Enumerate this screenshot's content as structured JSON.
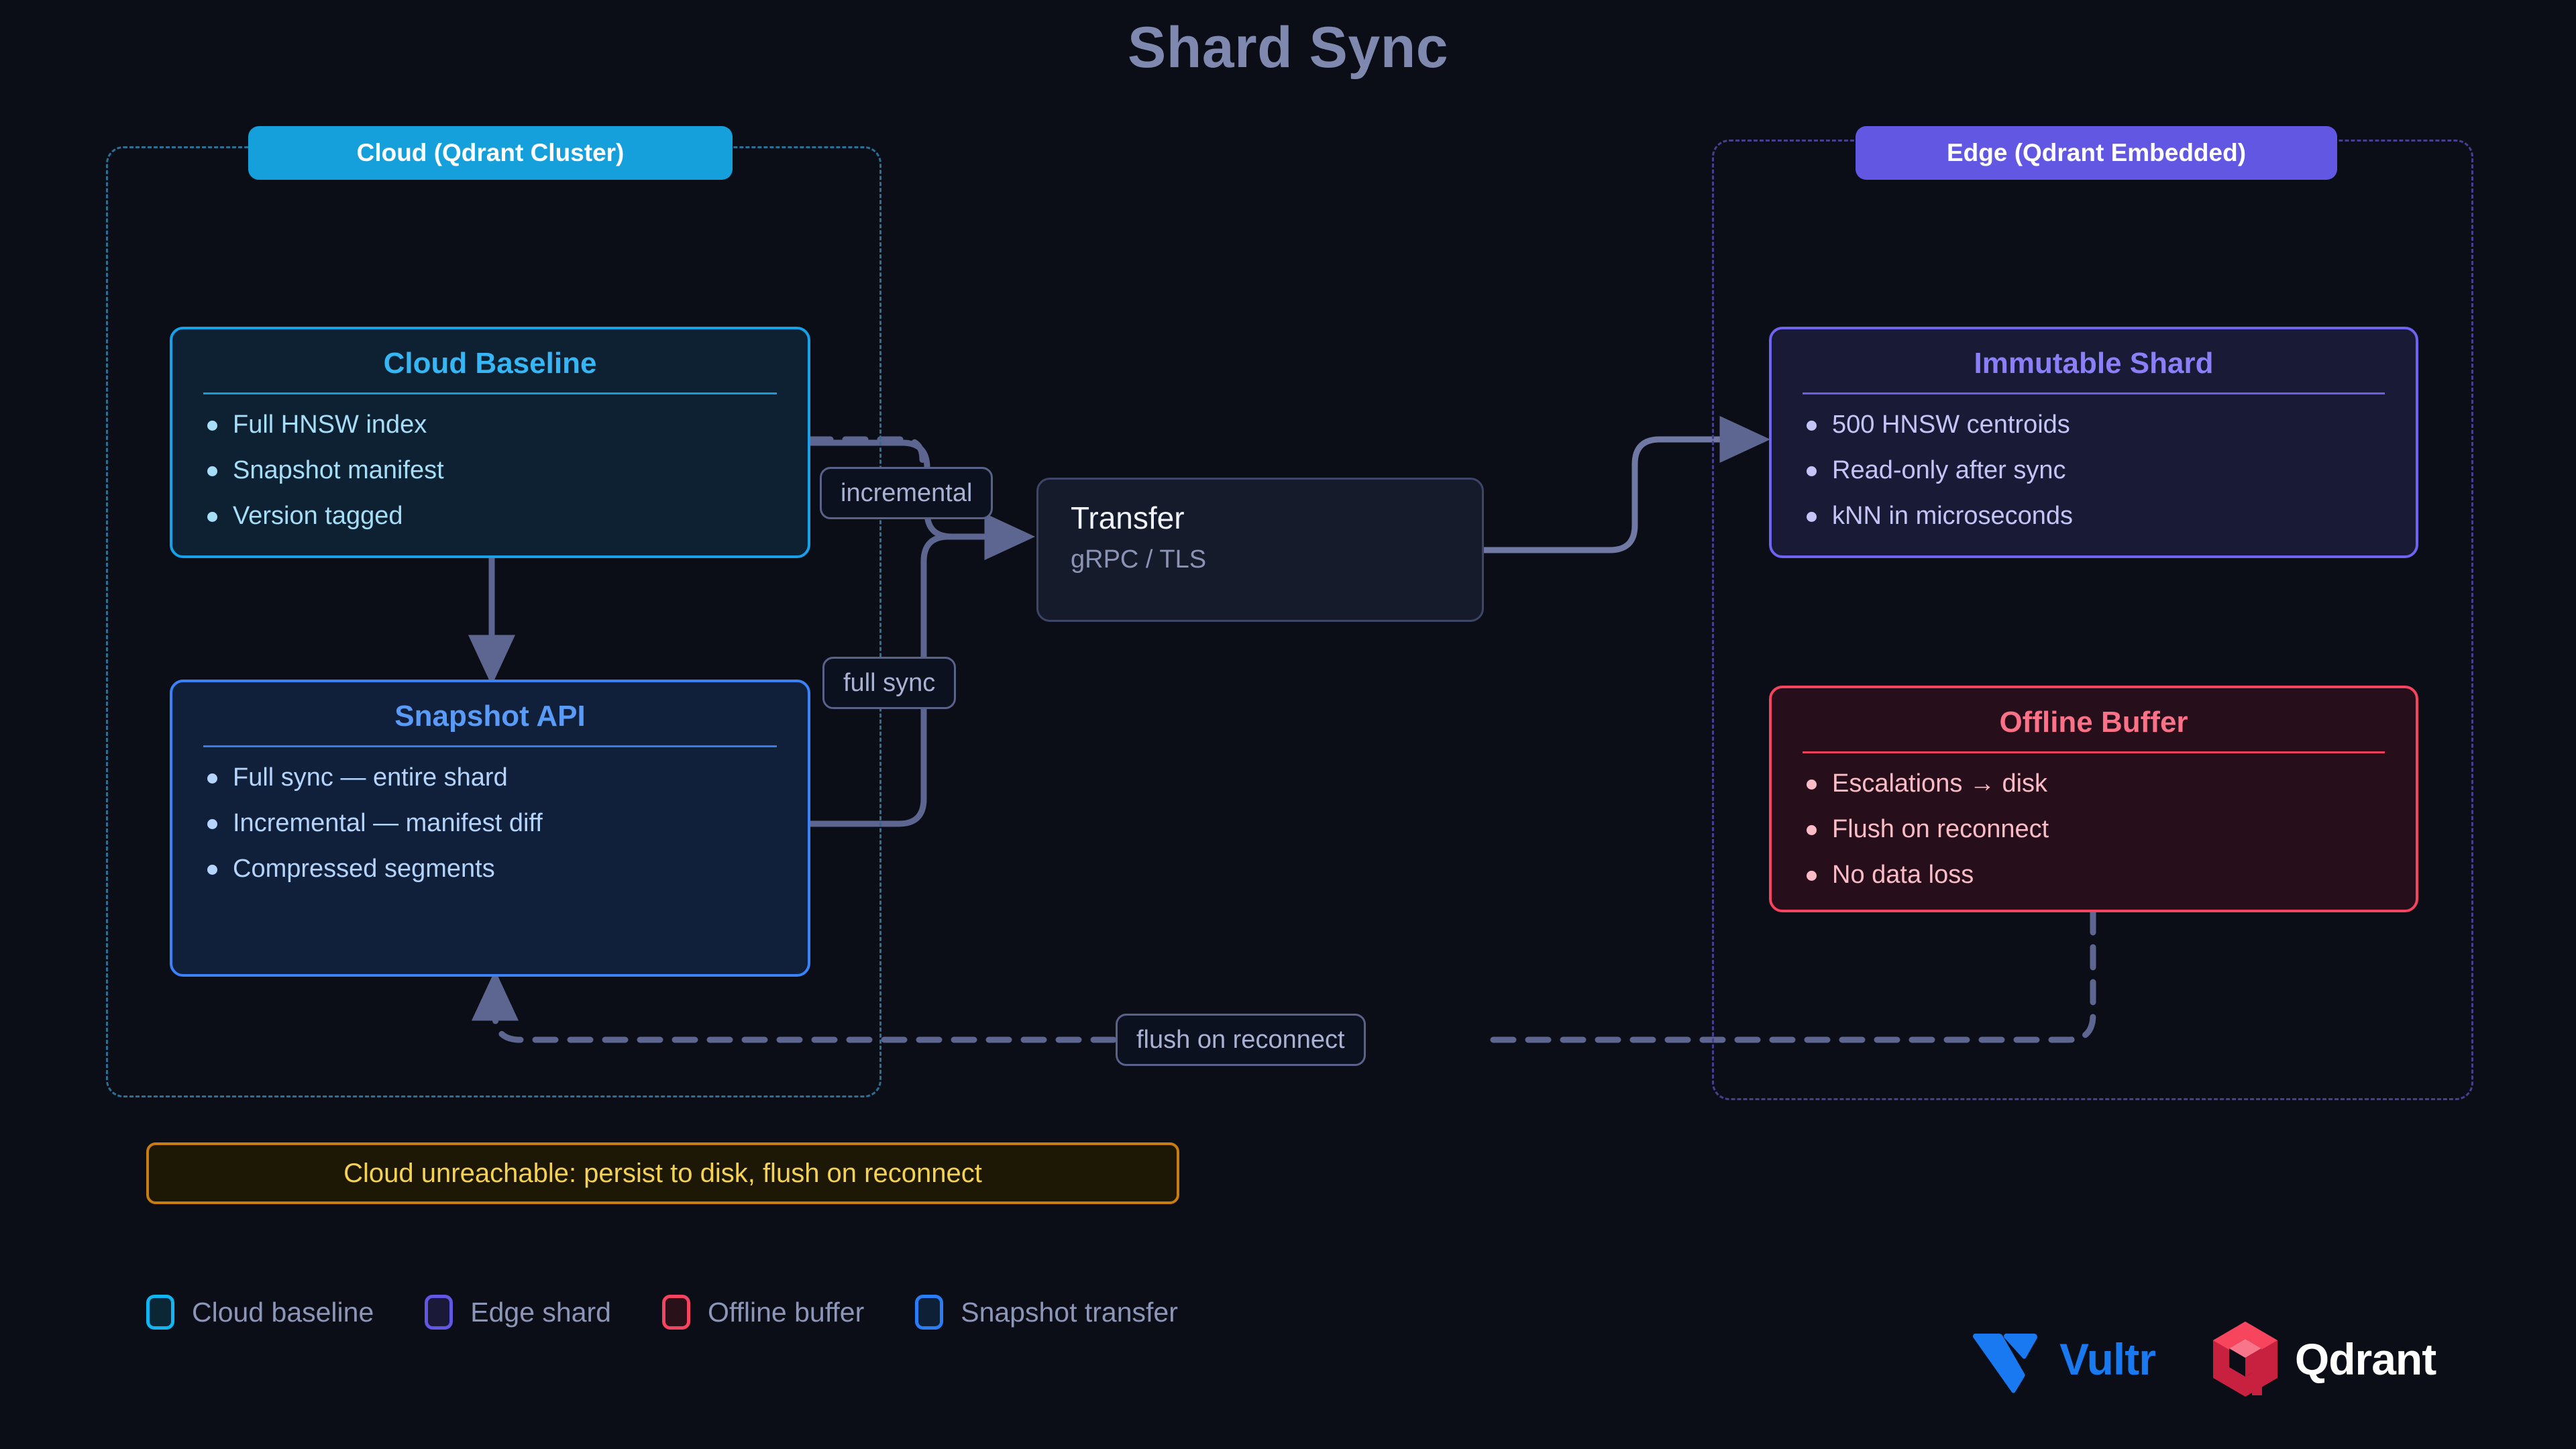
{
  "title": "Shard Sync",
  "zones": {
    "cloud": {
      "badge": "Cloud (Qdrant Cluster)",
      "accent": "#159fdb"
    },
    "edge": {
      "badge": "Edge (Qdrant Embedded)",
      "accent": "#6257e2"
    }
  },
  "cards": {
    "cloud_baseline": {
      "title": "Cloud Baseline",
      "accent": "#18a0e8",
      "items": [
        "Full HNSW index",
        "Snapshot manifest",
        "Version tagged"
      ]
    },
    "snapshot_api": {
      "title": "Snapshot API",
      "accent": "#3b82f6",
      "items": [
        "Full sync — entire shard",
        "Incremental — manifest diff",
        "Compressed segments"
      ]
    },
    "immutable_shard": {
      "title": "Immutable Shard",
      "accent": "#6f63ef",
      "items": [
        "500 HNSW centroids",
        "Read-only after sync",
        "kNN in microseconds"
      ]
    },
    "offline_buffer": {
      "title": "Offline Buffer",
      "accent": "#f4445f",
      "items": [
        "Escalations → disk",
        "Flush on reconnect",
        "No data loss"
      ]
    }
  },
  "transfer": {
    "title": "Transfer",
    "subtitle": "gRPC / TLS"
  },
  "edge_labels": {
    "incremental": "incremental",
    "full_sync": "full sync",
    "flush_on_reconnect": "flush on reconnect"
  },
  "warning": {
    "text": "Cloud unreachable: persist to disk, flush on reconnect",
    "accent": "#c87d0e"
  },
  "legend": [
    {
      "label": "Cloud baseline",
      "color": "#11b6f0",
      "fill": "#0b2736"
    },
    {
      "label": "Edge shard",
      "color": "#6257e2",
      "fill": "#1a1a38"
    },
    {
      "label": "Offline buffer",
      "color": "#f4445f",
      "fill": "#2a1018"
    },
    {
      "label": "Snapshot transfer",
      "color": "#2b7df5",
      "fill": "#0d2036"
    }
  ],
  "logos": [
    {
      "name": "Vultr",
      "color": "#1879f0"
    },
    {
      "name": "Qdrant",
      "color": "#ffffff"
    }
  ]
}
